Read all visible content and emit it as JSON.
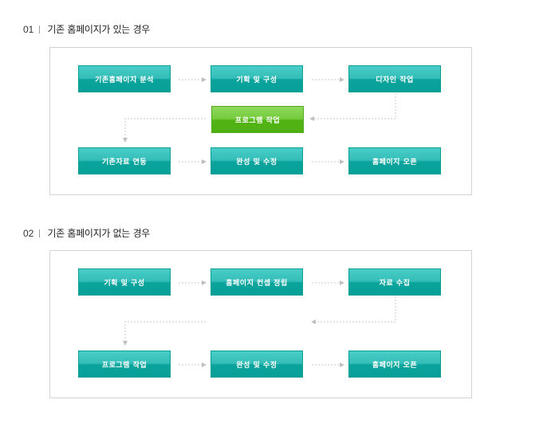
{
  "sections": [
    {
      "number": "01",
      "title": "기존 홈페이지가 있는 경우",
      "boxes": [
        {
          "label": "기존홈페이지 분석"
        },
        {
          "label": "기획 및 구성"
        },
        {
          "label": "디자인 작업"
        },
        {
          "label": "프로그램 작업"
        },
        {
          "label": "기존자료 연동"
        },
        {
          "label": "완성 및 수정"
        },
        {
          "label": "홈페이지 오픈"
        }
      ]
    },
    {
      "number": "02",
      "title": "기존 홈페이지가 없는 경우",
      "boxes": [
        {
          "label": "기획 및 구성"
        },
        {
          "label": "홈페이지 컨셉 정립"
        },
        {
          "label": "자료 수집"
        },
        {
          "label": "프로그램 작업"
        },
        {
          "label": "완성 및 수정"
        },
        {
          "label": "홈페이지 오픈"
        }
      ]
    }
  ],
  "colors": {
    "teal": "#07a098",
    "green": "#52b414",
    "arrow": "#c8c8c8",
    "frame": "#d3d3d3"
  }
}
